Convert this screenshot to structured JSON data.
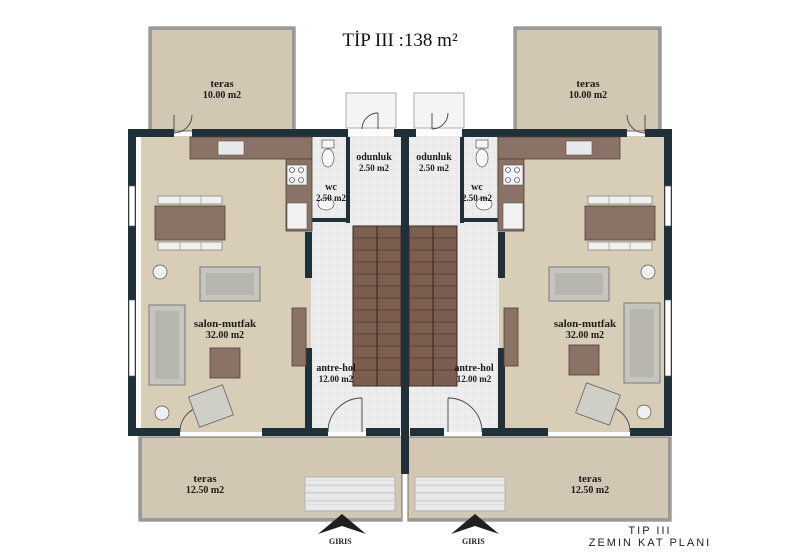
{
  "title": "TİP III :138 m²",
  "plan_name": {
    "line1": "TIP III",
    "line2": "ZEMIN KAT PLANI"
  },
  "entrance_label": "GIRIS",
  "rooms": {
    "teras_top_left": {
      "name": "teras",
      "area": "10.00 m2"
    },
    "teras_top_right": {
      "name": "teras",
      "area": "10.00 m2"
    },
    "odunluk_left": {
      "name": "odunluk",
      "area": "2.50 m2"
    },
    "odunluk_right": {
      "name": "odunluk",
      "area": "2.50 m2"
    },
    "wc_left": {
      "name": "wc",
      "area": "2.50 m2"
    },
    "wc_right": {
      "name": "wc",
      "area": "2.50 m2"
    },
    "salon_left": {
      "name": "salon-mutfak",
      "area": "32.00 m2"
    },
    "salon_right": {
      "name": "salon-mutfak",
      "area": "32.00 m2"
    },
    "antre_left": {
      "name": "antre-hol",
      "area": "12.00 m2"
    },
    "antre_right": {
      "name": "antre-hol",
      "area": "12.00 m2"
    },
    "teras_bottom_left": {
      "name": "teras",
      "area": "12.50 m2"
    },
    "teras_bottom_right": {
      "name": "teras",
      "area": "12.50 m2"
    }
  },
  "colors": {
    "wall": "#1f3038",
    "floor_living": "#d8cdb6",
    "floor_terrace": "#d1c6b1",
    "floor_tile": "#ececec",
    "stairs": "#7a5d4e",
    "cabinet": "#8a7366",
    "sofa": "#c9c9c3"
  }
}
